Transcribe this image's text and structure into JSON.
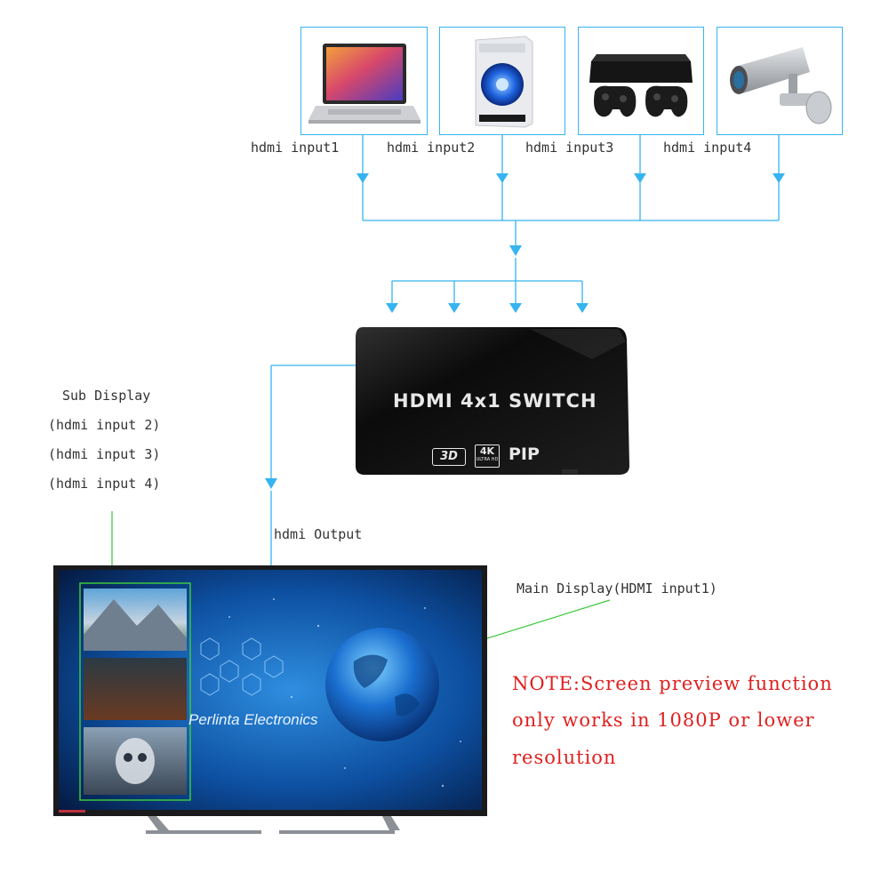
{
  "inputs": [
    {
      "label": "hdmi input1",
      "icon": "laptop-icon"
    },
    {
      "label": "hdmi input2",
      "icon": "desktop-pc-icon"
    },
    {
      "label": "hdmi input3",
      "icon": "game-console-icon"
    },
    {
      "label": "hdmi input4",
      "icon": "security-camera-icon"
    }
  ],
  "switch_device": {
    "title": "HDMI 4x1 SWITCH",
    "badge_3d": "3D",
    "badge_4k": "4K",
    "badge_4k_sub": "ULTRA HD",
    "badge_pip": "PIP"
  },
  "output_label": "hdmi Output",
  "sub_display": {
    "title": "Sub Display",
    "lines": [
      "(hdmi input 2)",
      "(hdmi input 3)",
      "(hdmi input 4)"
    ]
  },
  "main_display_label": "Main Display(HDMI input1)",
  "tv_screen_text": "Perlinta Electronics",
  "note": {
    "line1": "NOTE:Screen preview function",
    "line2": "only works in 1080P or lower",
    "line3": "resolution"
  },
  "colors": {
    "connector": "#36b4f0",
    "leader": "#3cc83c",
    "note_text": "#e02020",
    "switch_body": "#0c0c0c"
  }
}
